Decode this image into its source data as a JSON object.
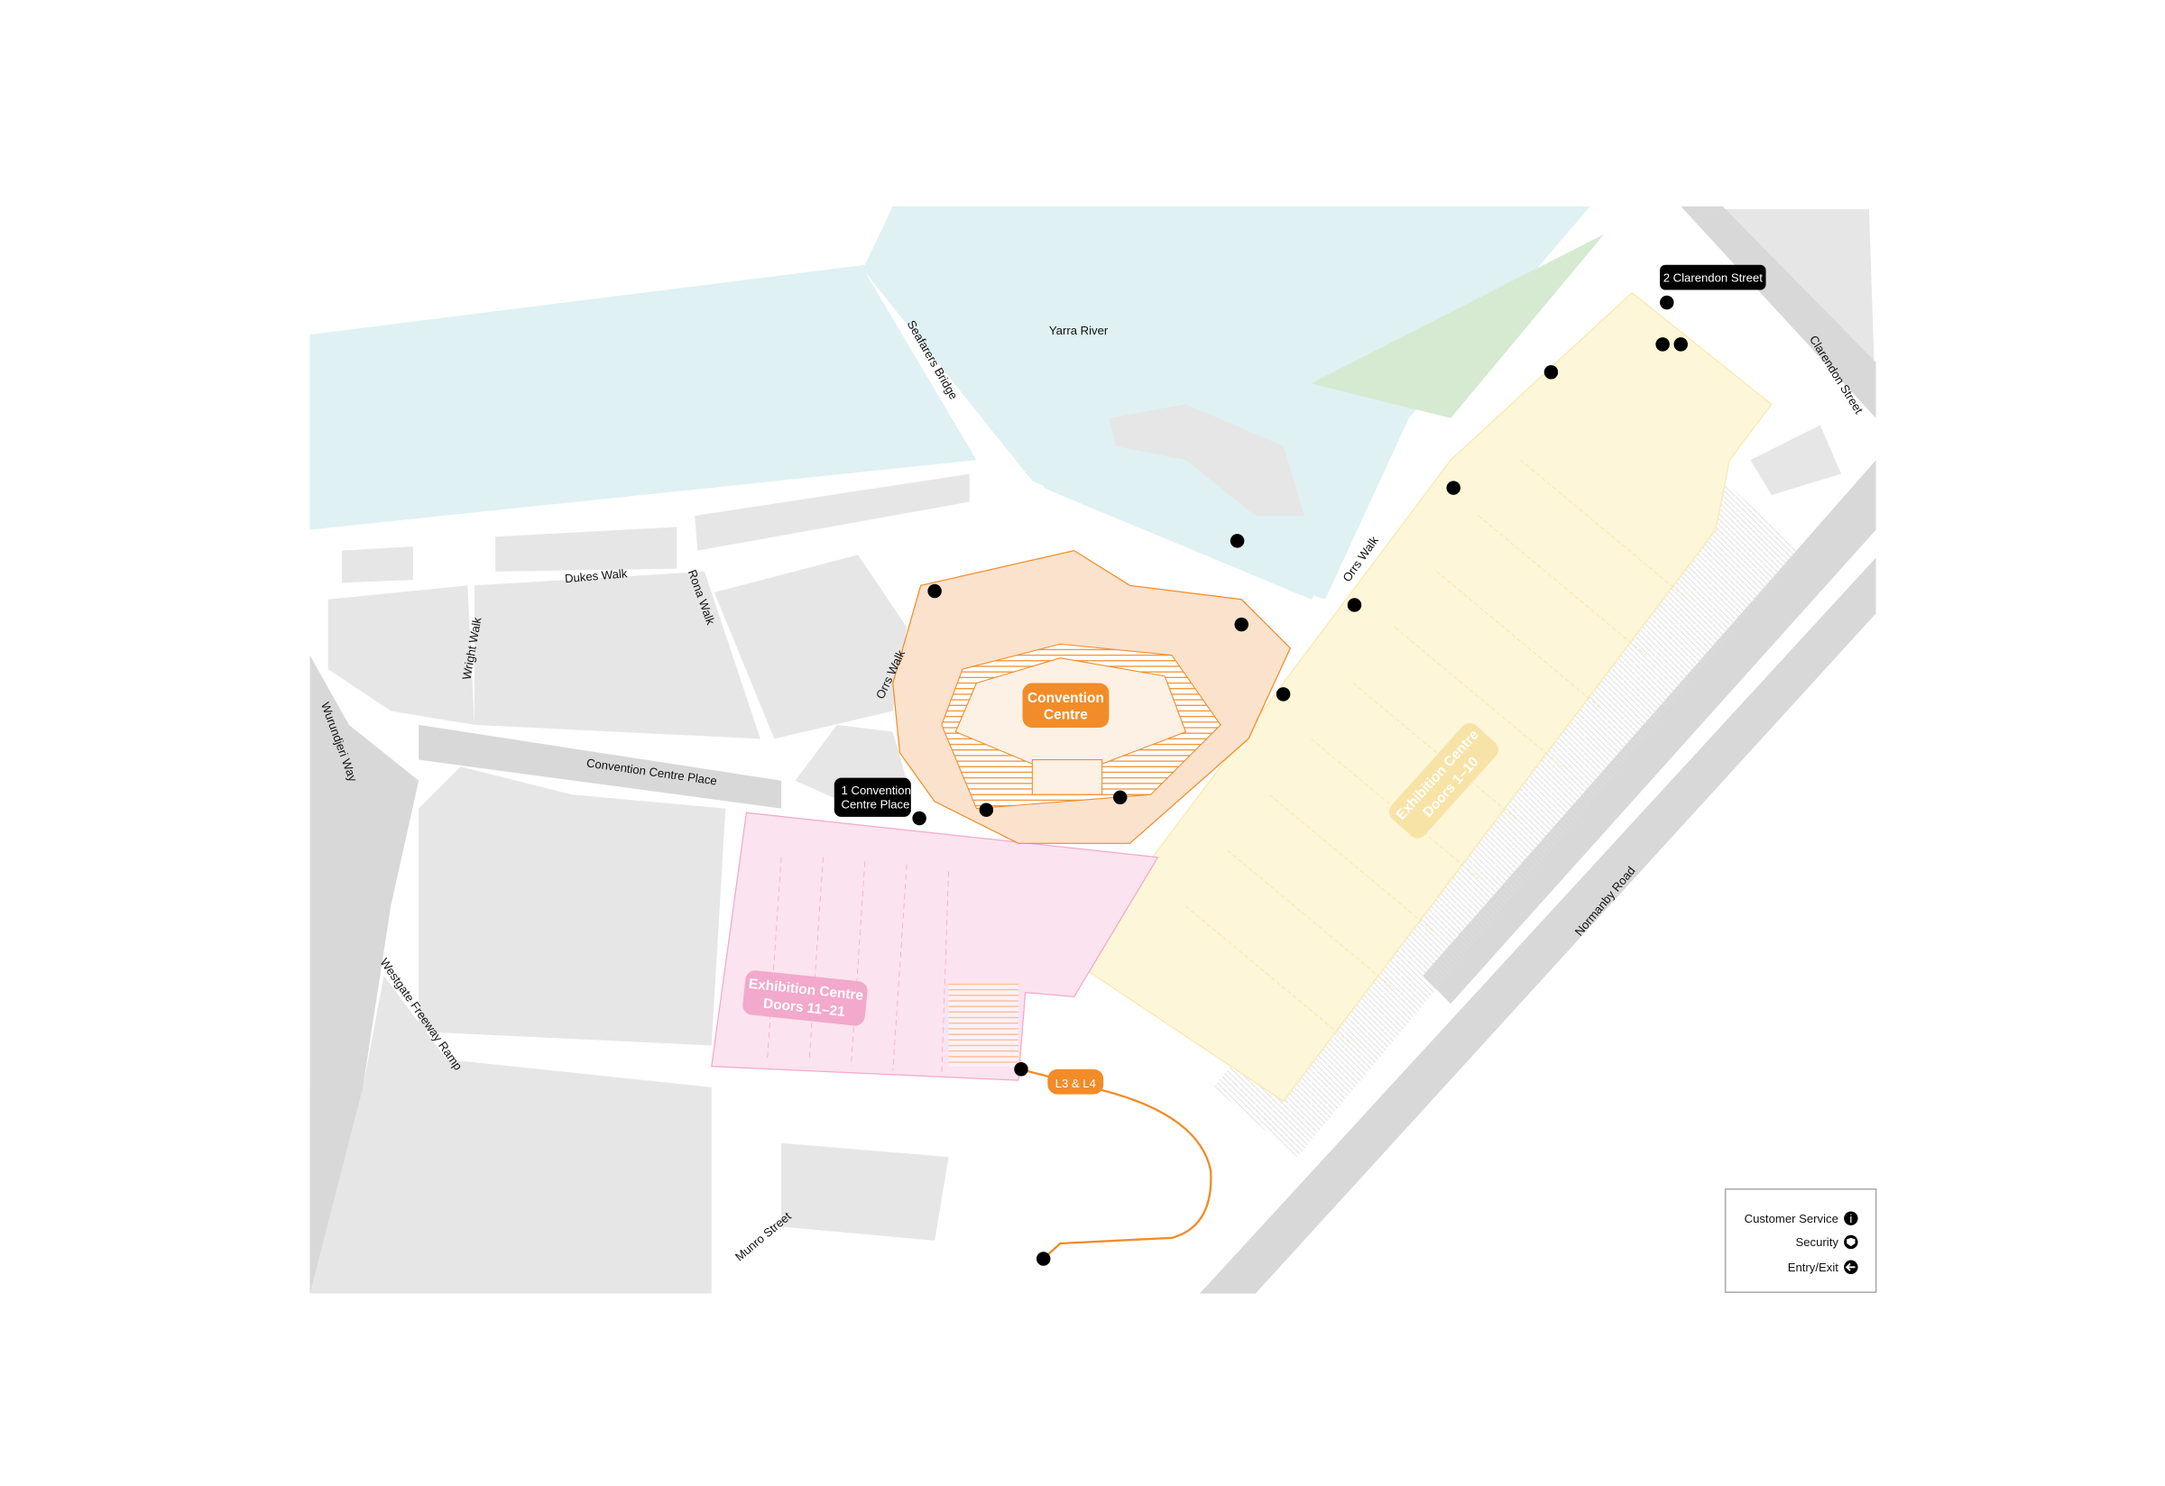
{
  "map": {
    "labels": {
      "river": "Yarra River",
      "seafarers_bridge": "Seafarers Bridge",
      "dukes_walk": "Dukes Walk",
      "rona_walk": "Rona Walk",
      "wright_walk": "Wright Walk",
      "wurundjeri_way": "Wurundjeri Way",
      "convention_centre_place": "Convention Centre Place",
      "orrs_walk_1": "Orrs Walk",
      "orrs_walk_2": "Orrs Walk",
      "westgate_freeway_ramp": "Westgate Freeway Ramp",
      "munro_street": "Munro Street",
      "normanby_road": "Normanby Road",
      "clarendon_street": "Clarendon Street"
    },
    "buildings": {
      "convention_line1": "Convention",
      "convention_line2": "Centre",
      "exhibition_a_line1": "Exhibition Centre",
      "exhibition_a_line2": "Doors 1–10",
      "exhibition_b_line1": "Exhibition Centre",
      "exhibition_b_line2": "Doors 11–21"
    },
    "addresses": {
      "clarendon": "2 Clarendon Street",
      "convention_line1": "1 Convention",
      "convention_line2": "Centre Place"
    },
    "parking_badge": "L3 & L4"
  },
  "legend": {
    "items": [
      {
        "label": "Customer Service",
        "icon": "info-icon"
      },
      {
        "label": "Security",
        "icon": "shield-icon"
      },
      {
        "label": "Entry/Exit",
        "icon": "arrow-left-icon"
      }
    ]
  },
  "colors": {
    "water": "#dff1f2",
    "park": "#d5ead0",
    "building": "#e6e6e6",
    "convention": "#f28c28",
    "convention_fill": "#fbe2cc",
    "exhibition_a": "#fdf6d8",
    "exhibition_b": "#fbe3ef",
    "exhibition_b_label": "#f2a9cb",
    "exhibition_a_label": "#f8e3a6"
  }
}
